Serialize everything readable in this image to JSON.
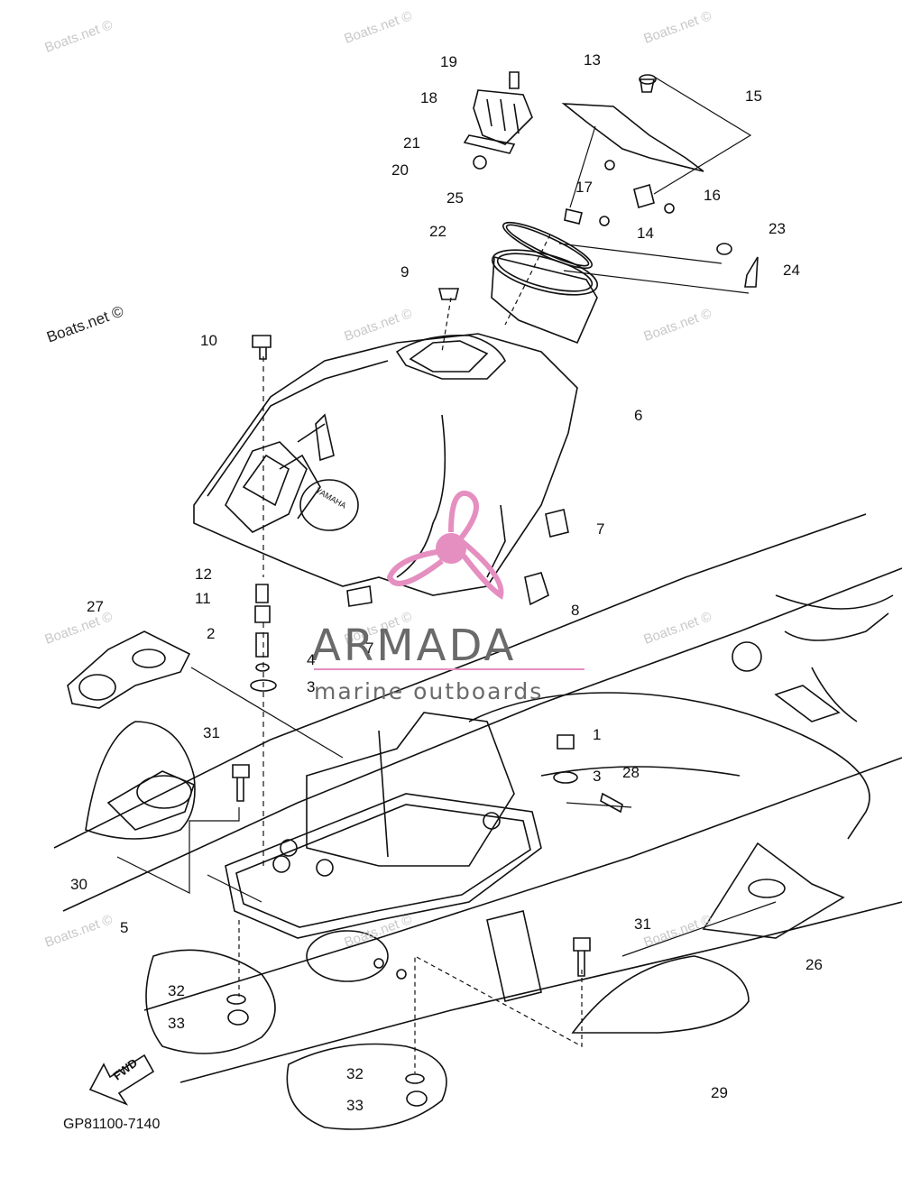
{
  "watermarks": {
    "boats_net": "Boats.net ©"
  },
  "brand": {
    "name": "ARMADA",
    "tagline": "marine outboards",
    "logo_color": "#e58fc0"
  },
  "diagram_code": "GP81100-7140",
  "fwd_label": "FWD",
  "callouts": {
    "c1": "1",
    "c2": "2",
    "c3": "3",
    "c4": "4",
    "c5": "5",
    "c6": "6",
    "c7": "7",
    "c8": "8",
    "c9": "9",
    "c10": "10",
    "c11": "11",
    "c12": "12",
    "c13": "13",
    "c14": "14",
    "c15": "15",
    "c16": "16",
    "c17": "17",
    "c18": "18",
    "c19": "19",
    "c20": "20",
    "c21": "21",
    "c22": "22",
    "c23": "23",
    "c24": "24",
    "c25": "25",
    "c26": "26",
    "c27": "27",
    "c28": "28",
    "c29": "29",
    "c30": "30",
    "c31": "31",
    "c32": "32",
    "c33": "33"
  },
  "hood_logo": "YAMAHA"
}
